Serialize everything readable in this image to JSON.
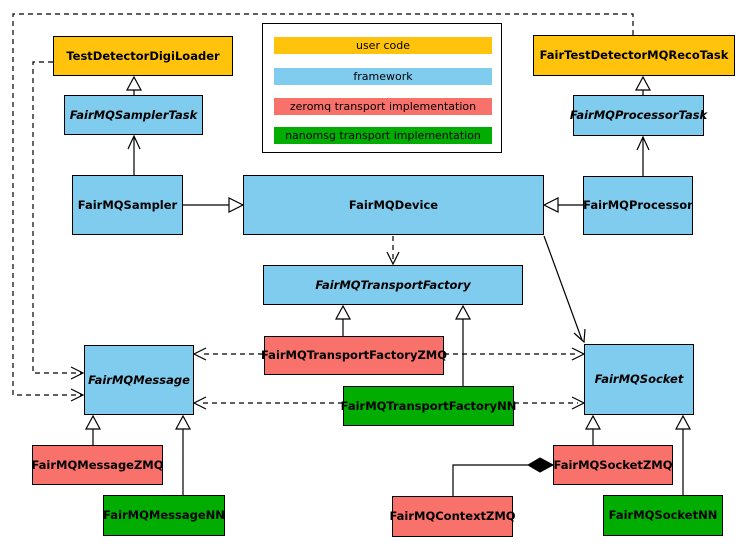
{
  "legend": {
    "items": [
      {
        "label": "user code",
        "color": "#FFC30B",
        "category": "user-code"
      },
      {
        "label": "framework",
        "color": "#7FCCEE",
        "category": "framework"
      },
      {
        "label": "zeromq transport implementation",
        "color": "#F8716A",
        "category": "zeromq"
      },
      {
        "label": "nanomsg transport implementation",
        "color": "#01AD01",
        "category": "nanomsg"
      }
    ]
  },
  "nodes": {
    "testDetectorDigiLoader": {
      "label": "TestDetectorDigiLoader",
      "category": "user-code",
      "abstract": false
    },
    "fairTestDetectorMQRecoTask": {
      "label": "FairTestDetectorMQRecoTask",
      "category": "user-code",
      "abstract": false
    },
    "fairMQSamplerTask": {
      "label": "FairMQSamplerTask",
      "category": "framework",
      "abstract": true
    },
    "fairMQProcessorTask": {
      "label": "FairMQProcessorTask",
      "category": "framework",
      "abstract": true
    },
    "fairMQSampler": {
      "label": "FairMQSampler",
      "category": "framework",
      "abstract": false
    },
    "fairMQDevice": {
      "label": "FairMQDevice",
      "category": "framework",
      "abstract": false
    },
    "fairMQProcessor": {
      "label": "FairMQProcessor",
      "category": "framework",
      "abstract": false
    },
    "fairMQTransportFactory": {
      "label": "FairMQTransportFactory",
      "category": "framework",
      "abstract": true
    },
    "fairMQTransportFactoryZMQ": {
      "label": "FairMQTransportFactoryZMQ",
      "category": "zeromq",
      "abstract": false
    },
    "fairMQTransportFactoryNN": {
      "label": "FairMQTransportFactoryNN",
      "category": "nanomsg",
      "abstract": false
    },
    "fairMQMessage": {
      "label": "FairMQMessage",
      "category": "framework",
      "abstract": true
    },
    "fairMQSocket": {
      "label": "FairMQSocket",
      "category": "framework",
      "abstract": true
    },
    "fairMQMessageZMQ": {
      "label": "FairMQMessageZMQ",
      "category": "zeromq",
      "abstract": false
    },
    "fairMQMessageNN": {
      "label": "FairMQMessageNN",
      "category": "nanomsg",
      "abstract": false
    },
    "fairMQContextZMQ": {
      "label": "FairMQContextZMQ",
      "category": "zeromq",
      "abstract": false
    },
    "fairMQSocketZMQ": {
      "label": "FairMQSocketZMQ",
      "category": "zeromq",
      "abstract": false
    },
    "fairMQSocketNN": {
      "label": "FairMQSocketNN",
      "category": "nanomsg",
      "abstract": false
    }
  },
  "edges": [
    {
      "from": "FairTestDetectorMQRecoTask",
      "to": "FairMQMessage",
      "type": "dashed-dependency"
    },
    {
      "from": "TestDetectorDigiLoader",
      "to": "FairMQMessage",
      "type": "dashed-dependency"
    },
    {
      "from": "FairMQSamplerTask",
      "to": "TestDetectorDigiLoader",
      "type": "inheritance"
    },
    {
      "from": "FairMQProcessorTask",
      "to": "FairTestDetectorMQRecoTask",
      "type": "inheritance"
    },
    {
      "from": "FairMQSampler",
      "to": "FairMQSamplerTask",
      "type": "arrow"
    },
    {
      "from": "FairMQProcessor",
      "to": "FairMQProcessorTask",
      "type": "arrow"
    },
    {
      "from": "FairMQSampler",
      "to": "FairMQDevice",
      "type": "inheritance"
    },
    {
      "from": "FairMQProcessor",
      "to": "FairMQDevice",
      "type": "inheritance"
    },
    {
      "from": "FairMQDevice",
      "to": "FairMQTransportFactory",
      "type": "dashed-dependency"
    },
    {
      "from": "FairMQDevice",
      "to": "FairMQSocket",
      "type": "arrow"
    },
    {
      "from": "FairMQTransportFactoryZMQ",
      "to": "FairMQTransportFactory",
      "type": "inheritance"
    },
    {
      "from": "FairMQTransportFactoryNN",
      "to": "FairMQTransportFactory",
      "type": "inheritance"
    },
    {
      "from": "FairMQTransportFactoryZMQ",
      "to": "FairMQMessage",
      "type": "dashed-dependency"
    },
    {
      "from": "FairMQTransportFactoryZMQ",
      "to": "FairMQSocket",
      "type": "dashed-dependency"
    },
    {
      "from": "FairMQTransportFactoryNN",
      "to": "FairMQMessage",
      "type": "dashed-dependency"
    },
    {
      "from": "FairMQTransportFactoryNN",
      "to": "FairMQSocket",
      "type": "dashed-dependency"
    },
    {
      "from": "FairMQMessageZMQ",
      "to": "FairMQMessage",
      "type": "inheritance"
    },
    {
      "from": "FairMQMessageNN",
      "to": "FairMQMessage",
      "type": "inheritance"
    },
    {
      "from": "FairMQSocketZMQ",
      "to": "FairMQSocket",
      "type": "inheritance"
    },
    {
      "from": "FairMQSocketNN",
      "to": "FairMQSocket",
      "type": "inheritance"
    },
    {
      "from": "FairMQSocketZMQ",
      "to": "FairMQContextZMQ",
      "type": "composition"
    }
  ]
}
